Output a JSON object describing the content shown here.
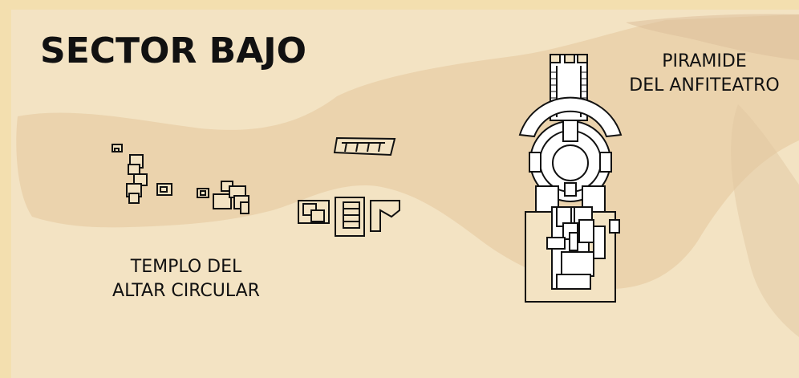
{
  "map": {
    "title": "SECTOR BAJO",
    "colors": {
      "background": "#f3dfaf",
      "panel": "#f3e3c3",
      "terrain": "#e6c9a0",
      "terrain_dark": "#c9ac8a",
      "outline": "#111111"
    },
    "sites": [
      {
        "name_line1": "TEMPLO DEL",
        "name_line2": "ALTAR CIRCULAR"
      },
      {
        "name_line1": "PIRAMIDE",
        "name_line2": "DEL ANFITEATRO"
      }
    ]
  }
}
